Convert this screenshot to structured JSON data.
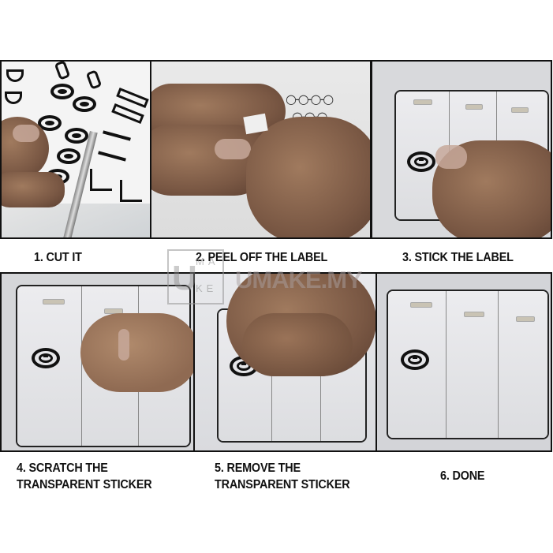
{
  "steps": [
    {
      "number": 1,
      "caption_lines": [
        "1. CUT IT"
      ],
      "scene": "hand holding sticker sheet of icons while cutting with scissors"
    },
    {
      "number": 2,
      "caption_lines": [
        "2. PEEL OFF THE LABEL"
      ],
      "scene": "fingers peeling a small label off the sticker sheet"
    },
    {
      "number": 3,
      "caption_lines": [
        "3. STICK THE LABEL"
      ],
      "scene": "thumb pressing label onto left rocker of a 3-gang wall switch"
    },
    {
      "number": 4,
      "caption_lines": [
        "4. SCRATCH THE",
        "TRANSPARENT STICKER"
      ],
      "scene": "thumb rubbing transparent sticker over label on switch"
    },
    {
      "number": 5,
      "caption_lines": [
        "5. REMOVE THE",
        "TRANSPARENT STICKER"
      ],
      "scene": "fingers peeling transparent film off the label"
    },
    {
      "number": 6,
      "caption_lines": [
        "6. DONE"
      ],
      "scene": "finished 3-gang switch with label icon on left rocker"
    }
  ],
  "watermark": {
    "box_letters": {
      "big": "U",
      "top": "MA",
      "bottom": "KE"
    },
    "text": "UMAKE.MY"
  },
  "icons": {
    "label_icon": "concentric-ring-icon",
    "sheet_icons": [
      "glass-icon",
      "bottle-icon",
      "ring-icon",
      "bar-icon",
      "fan-icon",
      "triple-glass-icon"
    ]
  },
  "colors": {
    "background": "#ffffff",
    "panel_border": "#111111",
    "caption_text": "#111111",
    "watermark": "#a0a0a0"
  }
}
